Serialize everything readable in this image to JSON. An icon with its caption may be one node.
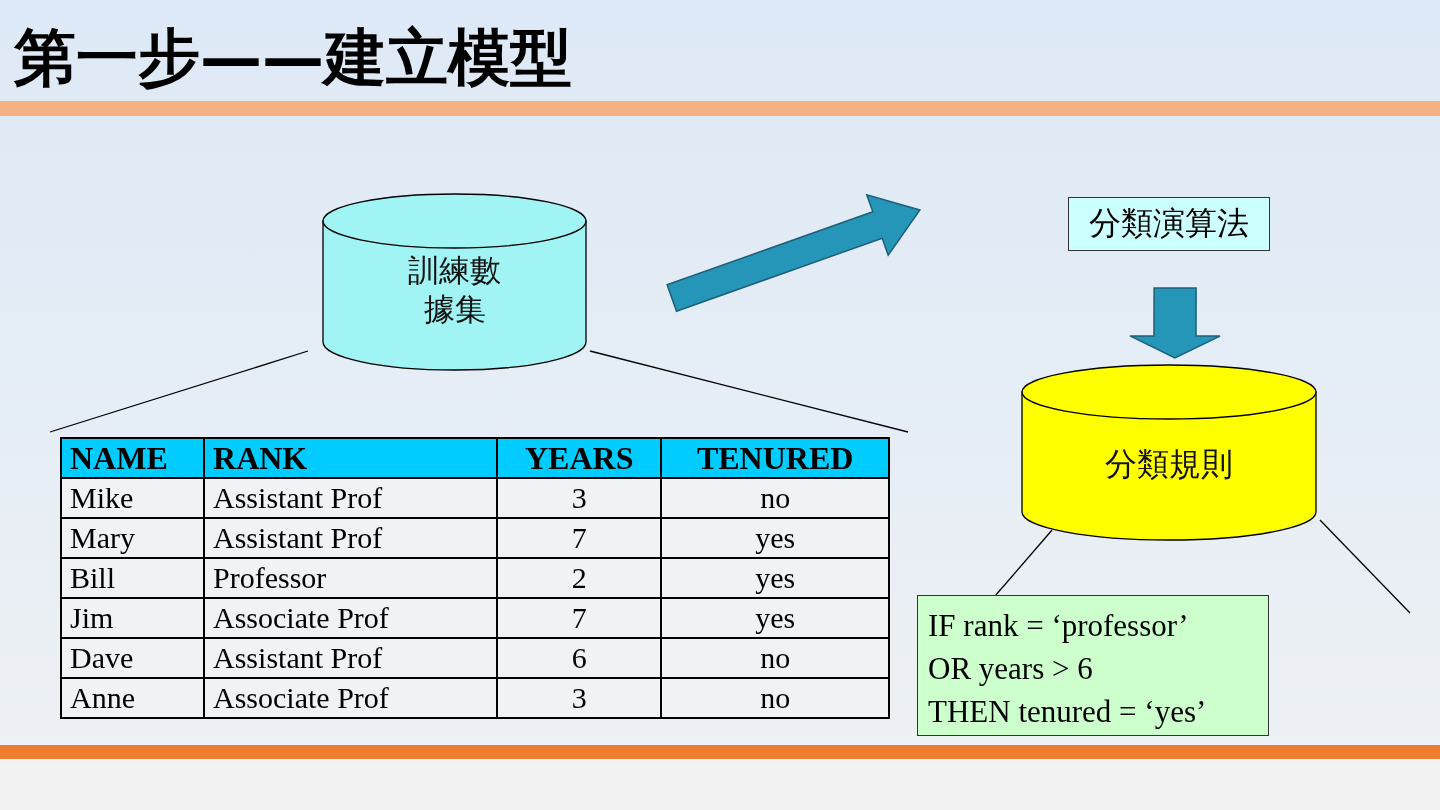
{
  "diagram": {
    "title": "第一步——建立模型",
    "nodes": [
      {
        "text": [
          "訓練數據集"
        ]
      },
      {
        "text": [
          "分類演算法"
        ]
      },
      {
        "text": [
          "分類規則"
        ]
      },
      {
        "text": [
          "IF rank = ‘professor’",
          "OR years > 6",
          "THEN tenured = ‘yes’"
        ]
      }
    ],
    "edges": [
      {
        "from": 0,
        "to": 1,
        "arrow": "to",
        "style": "thick",
        "color": "#2596b8"
      },
      {
        "from": 1,
        "to": 2,
        "arrow": "to",
        "style": "thick",
        "color": "#2596b8"
      },
      {
        "from": 2,
        "to": 3,
        "arrow": "none"
      },
      {
        "from": 2,
        "to": null,
        "arrow": "none"
      }
    ],
    "labels": [
      "NAME",
      "RANK",
      "YEARS",
      "TENURED",
      "Mike",
      "Assistant Prof",
      "3",
      "no",
      "Mary",
      "Assistant Prof",
      "7",
      "yes",
      "Bill",
      "Professor",
      "2",
      "yes",
      "Jim",
      "Associate Prof",
      "7",
      "yes",
      "Dave",
      "Assistant Prof",
      "6",
      "no",
      "Anne",
      "Associate Prof",
      "3",
      "no"
    ]
  }
}
